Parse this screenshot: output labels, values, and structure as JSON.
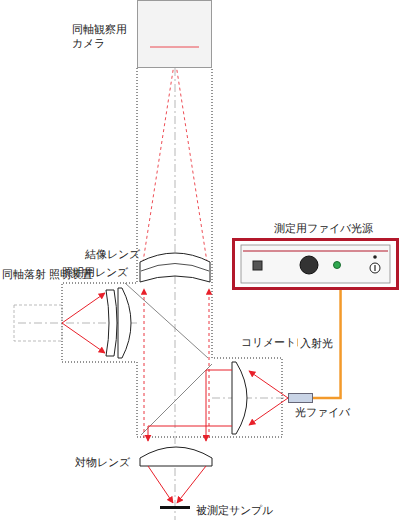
{
  "diagram": {
    "nodes": [
      {
        "text": [
          "同軸観察用 カメラ"
        ]
      },
      {
        "text": [
          "測定用ファイバ光源"
        ]
      },
      {
        "text": [
          "光ファイバ"
        ]
      }
    ],
    "edges": [
      {
        "from": 1,
        "to": 2,
        "arrow": "none",
        "label": "入射光"
      }
    ],
    "labels": [
      "結像レンズ",
      "同軸落射 照明装置",
      "照明用レンズ",
      "コリメートレンズ",
      "対物レンズ",
      "被測定サンプル"
    ]
  }
}
